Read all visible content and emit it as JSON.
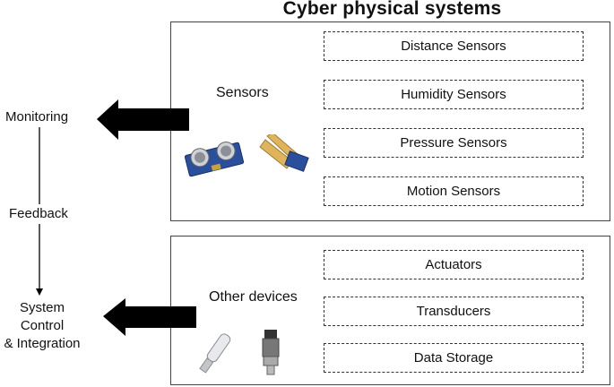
{
  "title": "Cyber physical systems",
  "sensors_group": {
    "label": "Sensors",
    "items": [
      "Distance Sensors",
      "Humidity Sensors",
      "Pressure Sensors",
      "Motion Sensors"
    ]
  },
  "devices_group": {
    "label": "Other devices",
    "items": [
      "Actuators",
      "Transducers",
      "Data Storage"
    ]
  },
  "left": {
    "monitoring": "Monitoring",
    "feedback": "Feedback",
    "control_lines": [
      "System",
      "Control",
      "& Integration"
    ]
  },
  "colors": {
    "arrow": "#000000",
    "border": "#444444"
  },
  "icons": [
    "ultrasonic-sensor-icon",
    "soil-moisture-sensor-icon",
    "pressure-transducer-icon",
    "pressure-sensor-icon"
  ]
}
